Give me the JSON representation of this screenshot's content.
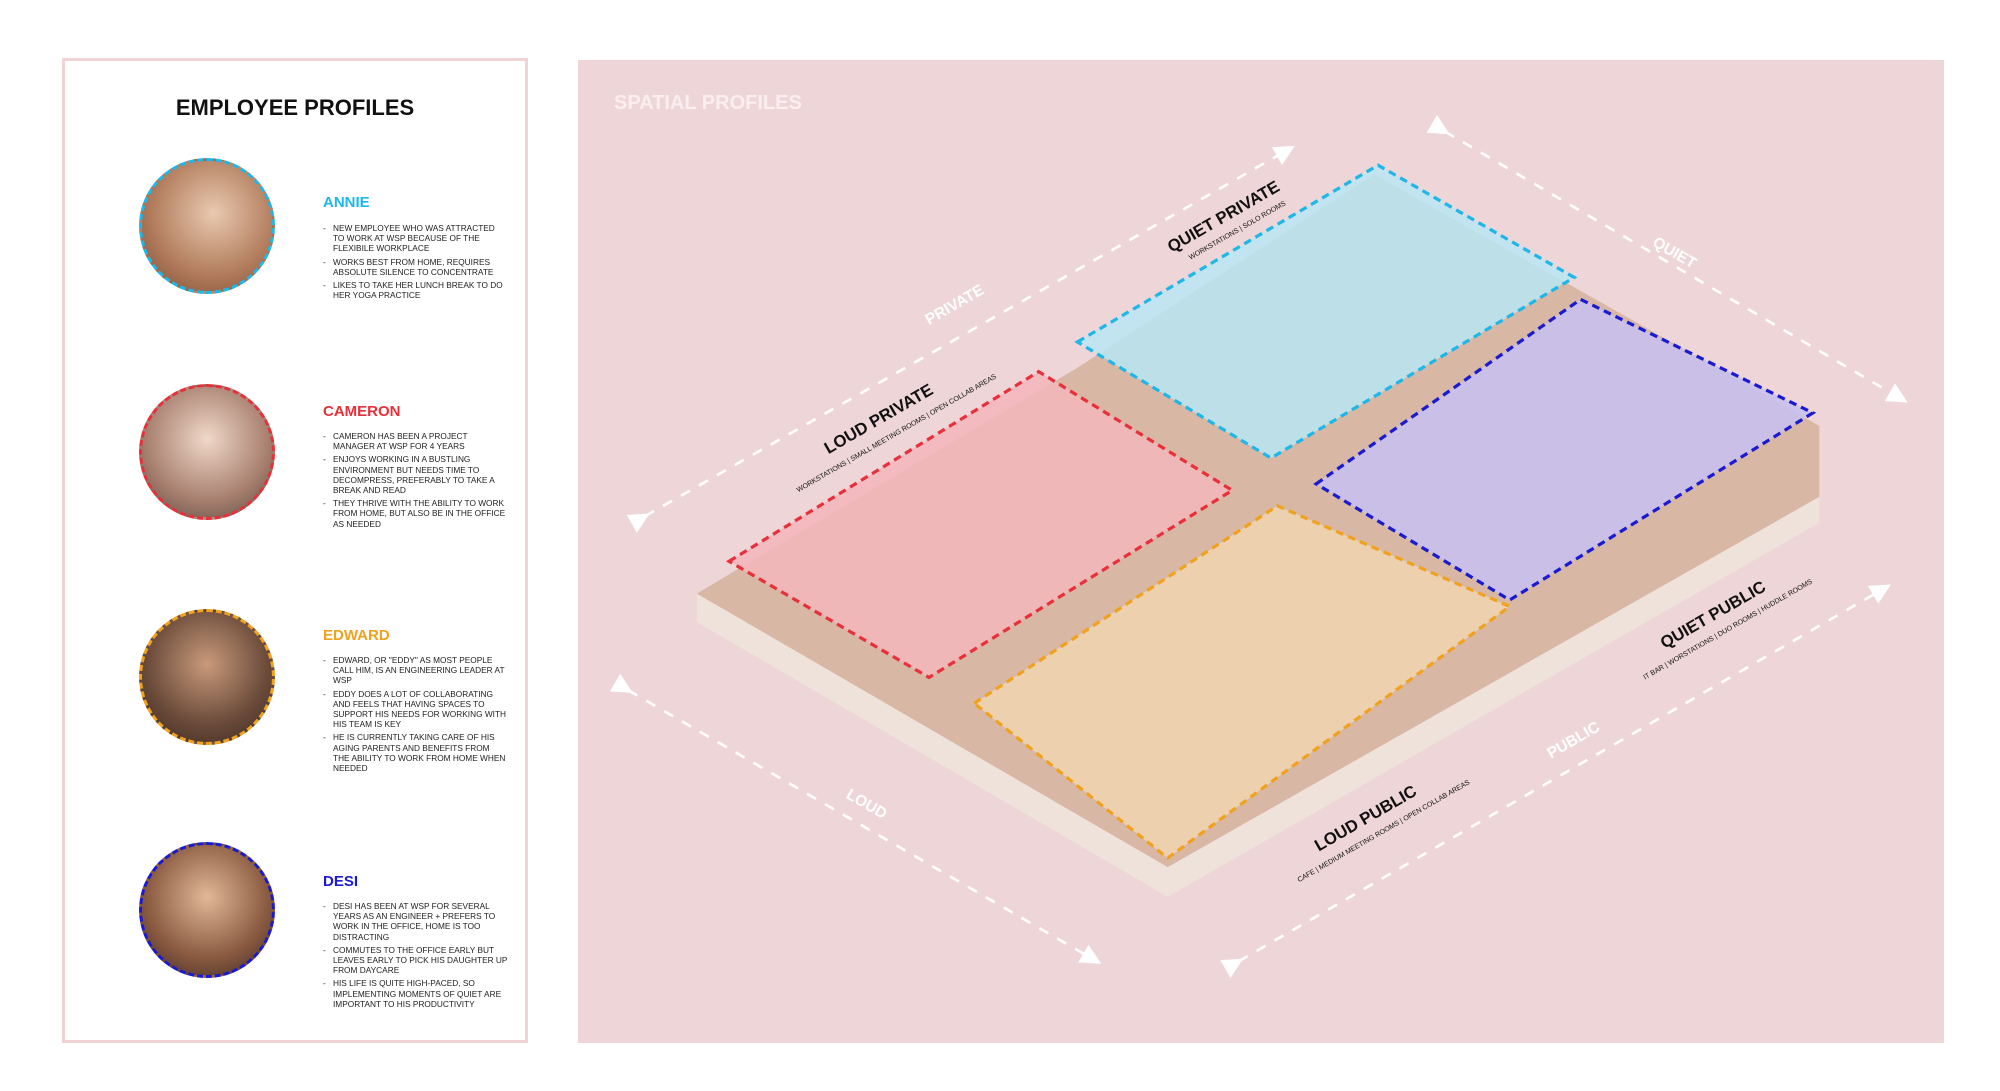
{
  "employee_panel": {
    "title": "EMPLOYEE PROFILES",
    "profiles": [
      {
        "name": "ANNIE",
        "color": "#1fb6e8",
        "bullets": [
          "NEW EMPLOYEE WHO WAS ATTRACTED TO WORK AT WSP BECAUSE OF THE FLEXIBILE WORKPLACE",
          "WORKS BEST FROM HOME, REQUIRES ABSOLUTE SILENCE TO CONCENTRATE",
          "LIKES TO TAKE HER LUNCH BREAK TO DO HER YOGA PRACTICE"
        ]
      },
      {
        "name": "CAMERON",
        "color": "#e8303a",
        "bullets": [
          "CAMERON HAS BEEN A PROJECT MANAGER AT WSP FOR 4 YEARS",
          "ENJOYS WORKING IN A BUSTLING ENVIRONMENT BUT NEEDS TIME TO DECOMPRESS, PREFERABLY TO TAKE A BREAK AND READ",
          "THEY THRIVE WITH THE ABILITY TO WORK FROM HOME, BUT ALSO BE IN THE OFFICE AS NEEDED"
        ]
      },
      {
        "name": "EDWARD",
        "color": "#f0a21e",
        "bullets": [
          "EDWARD, OR \"EDDY\" AS MOST PEOPLE CALL HIM, IS AN ENGINEERING LEADER AT WSP",
          "EDDY DOES A LOT OF COLLABORATING AND FEELS THAT HAVING SPACES TO SUPPORT HIS NEEDS FOR WORKING WITH HIS TEAM IS KEY",
          "HE IS CURRENTLY TAKING CARE OF HIS AGING PARENTS AND BENEFITS FROM THE ABILITY TO WORK FROM HOME WHEN NEEDED"
        ]
      },
      {
        "name": "DESI",
        "color": "#1a1ad0",
        "bullets": [
          "DESI HAS BEEN AT WSP FOR SEVERAL YEARS AS AN ENGINEER + PREFERS TO WORK IN THE OFFICE, HOME IS TOO DISTRACTING",
          "COMMUTES TO THE OFFICE EARLY BUT LEAVES EARLY TO PICK HIS DAUGHTER UP FROM DAYCARE",
          "HIS LIFE IS QUITE HIGH-PACED, SO IMPLEMENTING MOMENTS OF QUIET ARE IMPORTANT TO HIS PRODUCTIVITY"
        ]
      }
    ]
  },
  "spatial_panel": {
    "title": "SPATIAL PROFILES",
    "axes": {
      "private": "PRIVATE",
      "quiet": "QUIET",
      "public": "PUBLIC",
      "loud": "LOUD"
    },
    "zones": {
      "loud_private": {
        "title": "LOUD PRIVATE",
        "subtitle": "WORKSTATIONS | SMALL MEETING ROOMS | OPEN COLLAB AREAS",
        "color": "#e8303a"
      },
      "quiet_private": {
        "title": "QUIET PRIVATE",
        "subtitle": "WORKSTATIONS | SOLO ROOMS",
        "color": "#1fb6e8"
      },
      "quiet_public": {
        "title": "QUIET PUBLIC",
        "subtitle": "IT BAR | WORSTATIONS | DUO ROOMS | HUDDLE ROOMS",
        "color": "#1a1ad0"
      },
      "loud_public": {
        "title": "LOUD PUBLIC",
        "subtitle": "CAFE | MEDIUM MEETING ROOMS | OPEN COLLAB AREAS",
        "color": "#f0a21e"
      }
    }
  }
}
